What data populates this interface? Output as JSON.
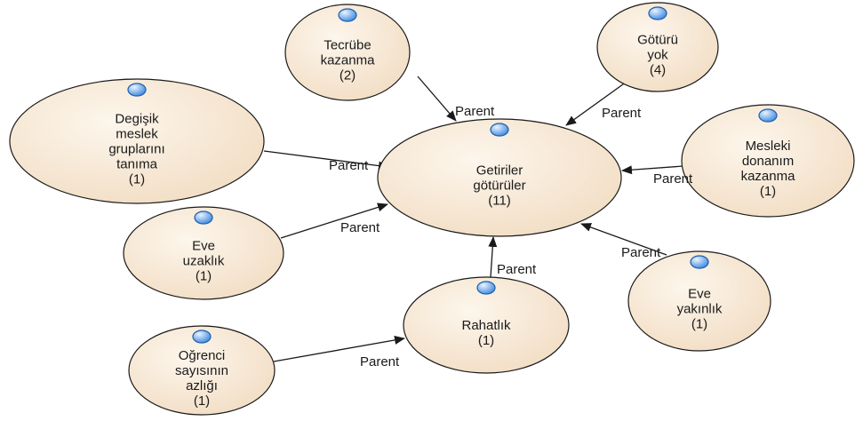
{
  "diagram": {
    "edge_label": "Parent",
    "colors": {
      "node_fill_light": "#fdf6ec",
      "node_fill_dark": "#f1dcc2",
      "node_stroke": "#1a1a1a",
      "dot_fill": "#4a90e2",
      "dot_stroke": "#1d5fae",
      "edge": "#1a1a1a"
    },
    "center": {
      "id": "center",
      "lines": [
        "Getiriler",
        "götürüler",
        "(11)"
      ]
    },
    "nodes": [
      {
        "id": "tecrube",
        "lines": [
          "Tecrübe",
          "kazanma",
          "(2)"
        ]
      },
      {
        "id": "goturu-yok",
        "lines": [
          "Götürü",
          "yok",
          "(4)"
        ]
      },
      {
        "id": "degisik",
        "lines": [
          "Degişik",
          "meslek",
          "gruplarını",
          "tanıma",
          "(1)"
        ]
      },
      {
        "id": "mesleki",
        "lines": [
          "Mesleki",
          "donanım",
          "kazanma",
          "(1)"
        ]
      },
      {
        "id": "eve-uzaklik",
        "lines": [
          "Eve",
          "uzaklık",
          "(1)"
        ]
      },
      {
        "id": "rahatlik",
        "lines": [
          "Rahatlık",
          "(1)"
        ]
      },
      {
        "id": "eve-yakinlik",
        "lines": [
          "Eve",
          "yakınlık",
          "(1)"
        ]
      },
      {
        "id": "ogrenci",
        "lines": [
          "Oğrenci",
          "sayısının",
          "azlığı",
          "(1)"
        ]
      }
    ],
    "edges": [
      {
        "from": "tecrube",
        "to": "center"
      },
      {
        "from": "goturu-yok",
        "to": "center"
      },
      {
        "from": "degisik",
        "to": "center"
      },
      {
        "from": "mesleki",
        "to": "center"
      },
      {
        "from": "eve-uzaklik",
        "to": "center"
      },
      {
        "from": "rahatlik",
        "to": "center"
      },
      {
        "from": "eve-yakinlik",
        "to": "center"
      },
      {
        "from": "ogrenci",
        "to": "rahatlik"
      }
    ]
  }
}
